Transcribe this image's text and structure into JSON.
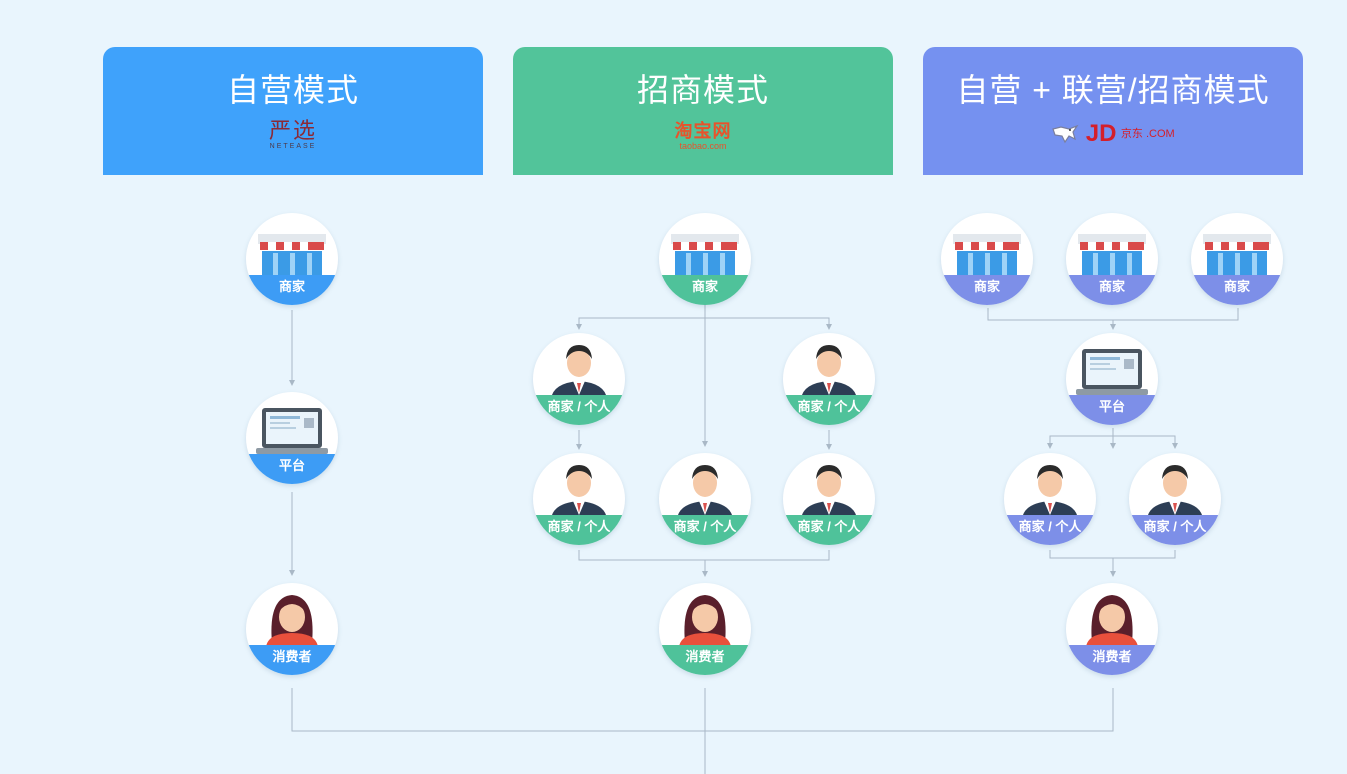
{
  "columns": [
    {
      "title": "自营模式",
      "color": "#3fa2fb",
      "logo": {
        "main": "严选",
        "sub": "NETEASE"
      },
      "nodes": {
        "merchant": "商家",
        "platform": "平台",
        "consumer": "消费者"
      }
    },
    {
      "title": "招商模式",
      "color": "#52c49a",
      "logo": {
        "main": "淘宝网",
        "sub": "taobao.com"
      },
      "nodes": {
        "merchant": "商家",
        "seller": "商家 / 个人",
        "consumer": "消费者"
      }
    },
    {
      "title": "自营 + 联营/招商模式",
      "color": "#7591f0",
      "logo": {
        "main": "JD",
        "sub": "京东 .COM"
      },
      "nodes": {
        "merchant": "商家",
        "platform": "平台",
        "seller": "商家 / 个人",
        "consumer": "消费者"
      }
    }
  ],
  "colors": {
    "line": "#a9b8c6",
    "background": "#e9f5fd"
  },
  "icons": [
    "store-icon",
    "laptop-icon",
    "businessman-icon",
    "woman-icon"
  ]
}
